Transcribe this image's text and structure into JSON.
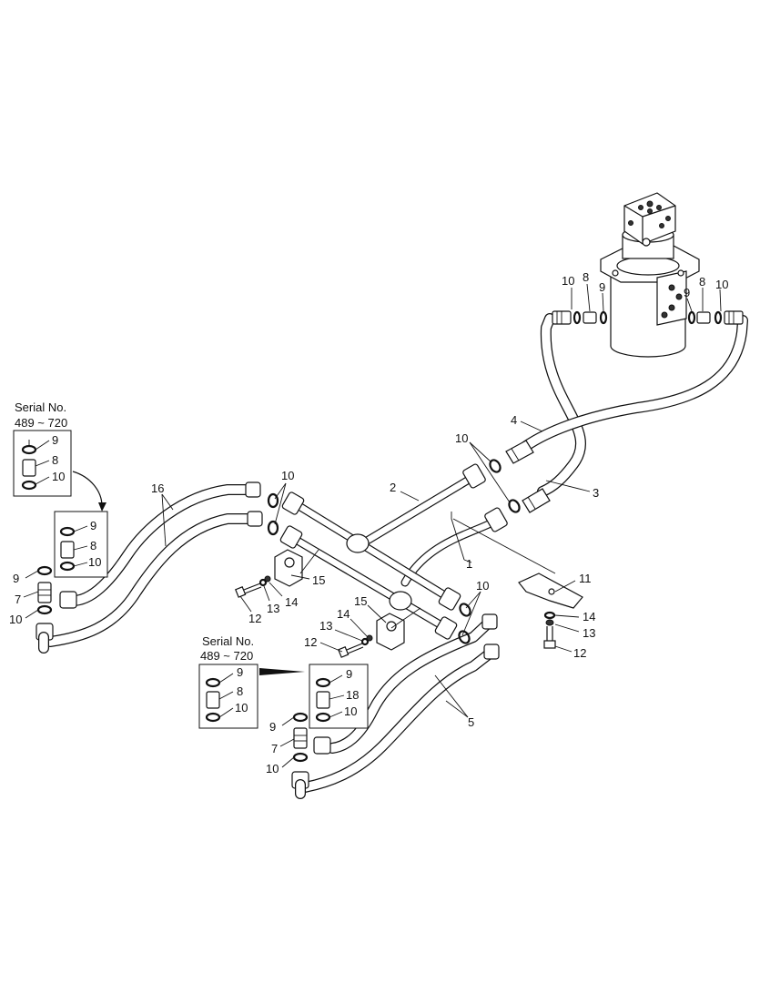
{
  "callouts": {
    "c1": "1",
    "c2": "2",
    "c3": "3",
    "c4": "4",
    "c5": "5",
    "c7": "7",
    "c8": "8",
    "c9": "9",
    "c10": "10",
    "c11": "11",
    "c12": "12",
    "c13": "13",
    "c14": "14",
    "c15": "15",
    "c16": "16",
    "c18": "18"
  },
  "serial_boxes": {
    "left": {
      "title": "Serial No.",
      "range": "489 ~ 720"
    },
    "bottom": {
      "title": "Serial No.",
      "range": "489 ~ 720"
    }
  }
}
